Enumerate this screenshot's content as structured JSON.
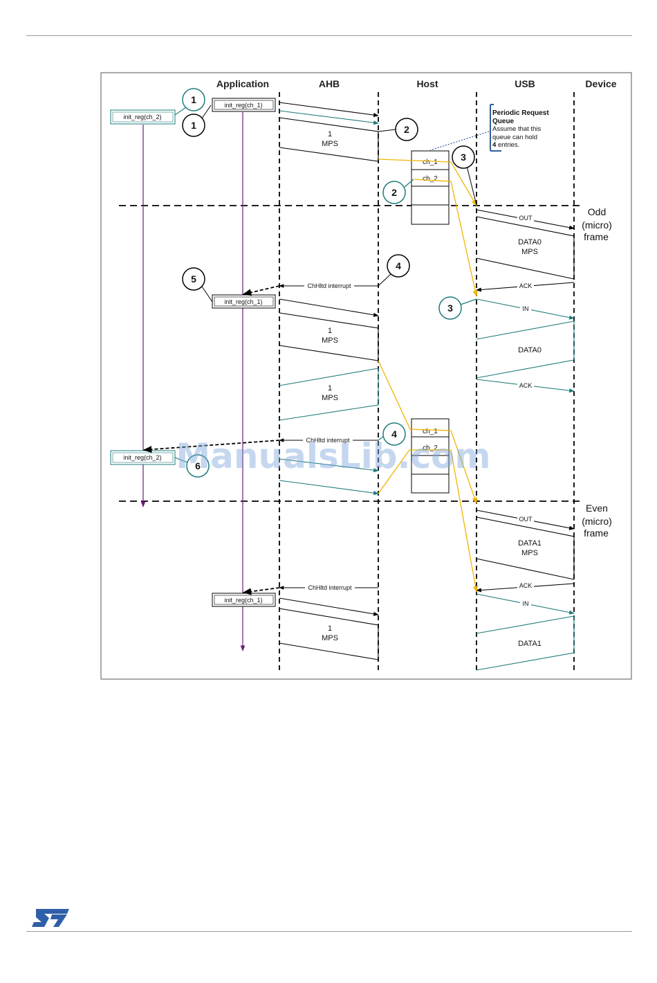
{
  "lanes": {
    "application": "Application",
    "ahb": "AHB",
    "host": "Host",
    "usb": "USB",
    "device": "Device"
  },
  "frames": {
    "odd": [
      "Odd",
      "(micro)",
      "frame"
    ],
    "even": [
      "Even",
      "(micro)",
      "frame"
    ]
  },
  "app_boxes": {
    "ch1_a": "init_reg(ch_1)",
    "ch2_a": "init_reg(ch_2)",
    "ch1_b": "init_reg(ch_1)",
    "ch2_b": "init_reg(ch_2)",
    "ch1_c": "init_reg(ch_1)"
  },
  "markers": {
    "m1_teal": "1",
    "m1_black": "1",
    "m2_black": "2",
    "m2_teal": "2",
    "m3_black": "3",
    "m3_teal": "3",
    "m4_black": "4",
    "m4_teal": "4",
    "m5_black": "5",
    "m6_teal": "6"
  },
  "queue_note": {
    "title1": "Periodic Request",
    "title2": "Queue",
    "line1": "Assume that this",
    "line2": "queue can hold",
    "count": "4",
    "line3": "entries."
  },
  "queue1": {
    "row1": "ch_1",
    "row2": "ch_2"
  },
  "queue2": {
    "row1": "ch_1",
    "row2": "ch_2"
  },
  "ahb_blocks": {
    "b1_num": "1",
    "b1_mps": "MPS",
    "b2_num": "1",
    "b2_mps": "MPS",
    "b3_num": "1",
    "b3_mps": "MPS",
    "b4_num": "1",
    "b4_mps": "MPS"
  },
  "interrupts": {
    "i1": "ChHltd interrupt",
    "i2": "ChHltd interrupt",
    "i3": "ChHltd interrupt"
  },
  "usb": {
    "out1": "OUT",
    "data0_out": "DATA0",
    "data0_out_mps": "MPS",
    "ack1": "ACK",
    "in1": "IN",
    "data0_in": "DATA0",
    "ack2": "ACK",
    "out2": "OUT",
    "data1_out": "DATA1",
    "data1_out_mps": "MPS",
    "ack3": "ACK",
    "in2": "IN",
    "data1_in": "DATA1"
  },
  "watermark": "ManualsLib.com",
  "colors": {
    "black": "#000000",
    "teal": "#1e7b7b",
    "yellow": "#f0b400",
    "purple": "#6a1b7a",
    "logo": "#2f5fa8"
  }
}
